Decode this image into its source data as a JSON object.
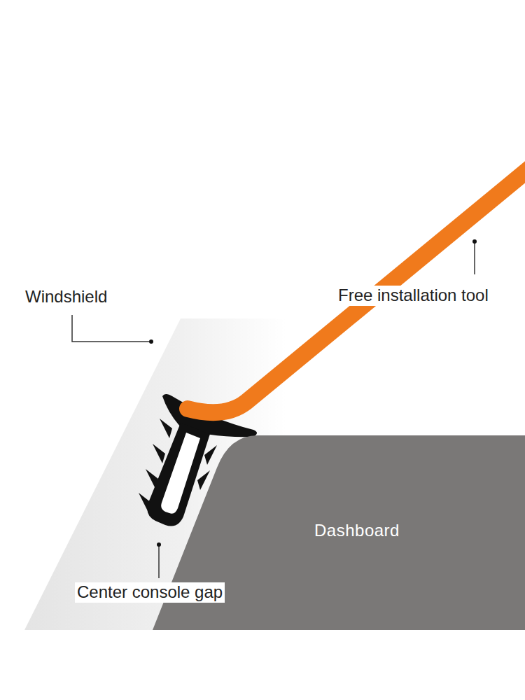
{
  "diagram": {
    "nodes": [
      {
        "text": [
          "Dashboard"
        ]
      }
    ],
    "labels": [
      "Windshield",
      "Free installation tool",
      "Center console gap"
    ]
  }
}
